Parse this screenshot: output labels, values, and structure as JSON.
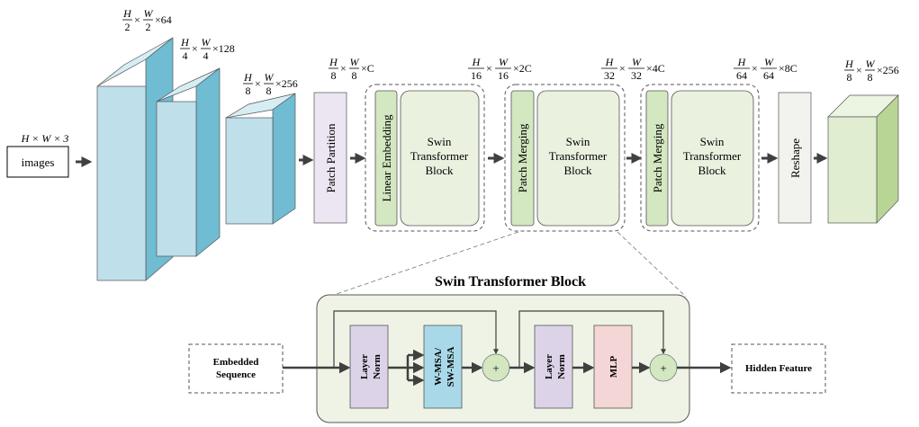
{
  "input": {
    "dims": "H × W × 3",
    "label": "images"
  },
  "cnn": {
    "dims_1": [
      "H",
      "2",
      "W",
      "2",
      "×64"
    ],
    "dims_2": [
      "H",
      "4",
      "W",
      "4",
      "×128"
    ],
    "dims_3": [
      "H",
      "8",
      "W",
      "8",
      "×256"
    ]
  },
  "stages": {
    "patch_partition": "Patch Partition",
    "dims_pp": [
      "H",
      "8",
      "W",
      "8",
      "×C"
    ],
    "linear_embedding": "Linear Embedding",
    "patch_merging": "Patch Merging",
    "swin_block_line1": "Swin",
    "swin_block_line2": "Transformer",
    "swin_block_line3": "Block",
    "dims_s1": [
      "H",
      "16",
      "W",
      "16",
      "×2C"
    ],
    "dims_s2": [
      "H",
      "32",
      "W",
      "32",
      "×4C"
    ],
    "dims_s3": [
      "H",
      "64",
      "W",
      "64",
      "×8C"
    ],
    "reshape": "Reshape",
    "dims_out": [
      "H",
      "8",
      "W",
      "8",
      "×256"
    ]
  },
  "block_detail": {
    "title": "Swin Transformer Block",
    "embedded_line1": "Embedded",
    "embedded_line2": "Sequence",
    "layer_norm_1": "Layer",
    "layer_norm_2": "Norm",
    "wmsa_1": "W-MSA/",
    "wmsa_2": "SW-MSA",
    "mlp": "MLP",
    "plus": "+",
    "hidden_feature": "Hidden Feature"
  },
  "colors": {
    "cnn_front": "#bfe0ea",
    "cnn_side": "#6fbcd3",
    "cnn_top": "#d6edf3",
    "pp_fill": "#ece6f2",
    "swin_fill": "#eaf1df",
    "merge_fill": "#d3e7c0",
    "out_front": "#e0edd0",
    "out_side": "#b9d596",
    "out_top": "#ecf4e2",
    "reshape_fill": "#f2f2ee",
    "ln_fill": "#ddd3e9",
    "wmsa_fill": "#a9d9e9",
    "mlp_fill": "#f5d6d6",
    "plus_fill": "#d3e7c0",
    "detail_bg": "#eef3e5",
    "arrow": "#404040"
  }
}
